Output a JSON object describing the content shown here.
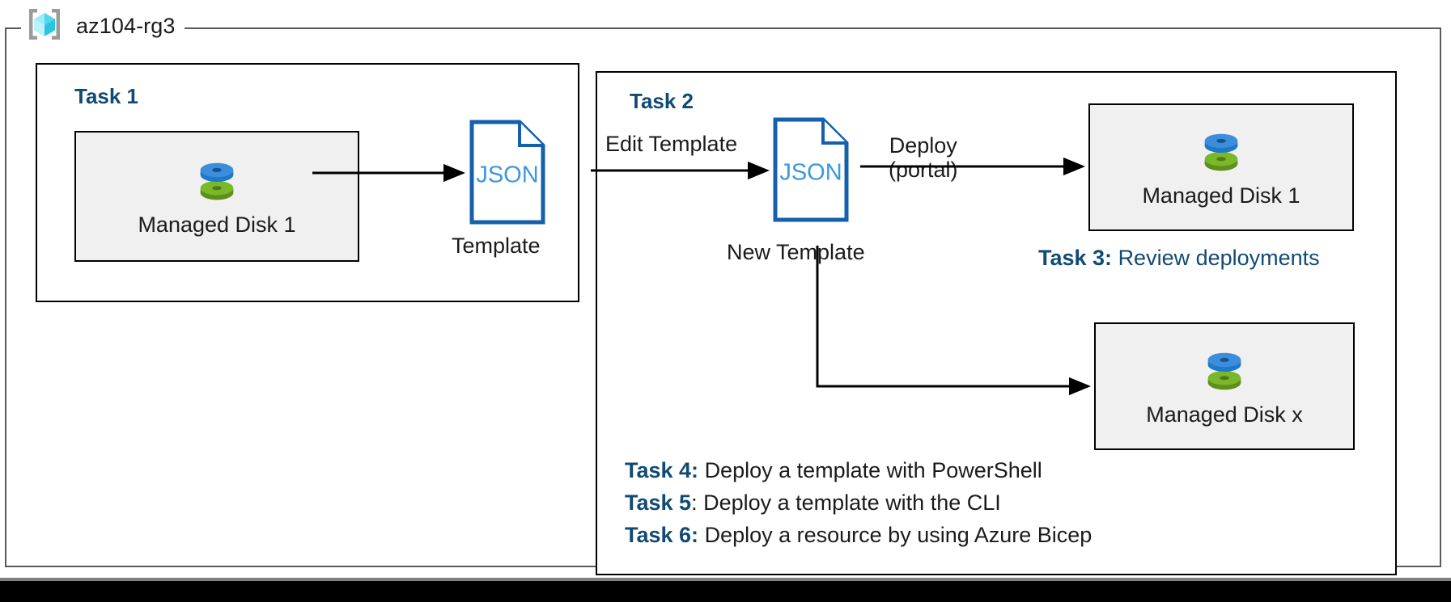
{
  "diagram": {
    "title": "az104-rg3",
    "resource_group_icon": "azure-resource-group-icon",
    "border_color": "#5a5a5a",
    "accent_color": "#114A73",
    "json_icon_color": "#1560AD",
    "disk_blue": "#3C8EDC",
    "disk_green": "#7AB829"
  },
  "task1": {
    "heading": "Task 1",
    "resource": {
      "label": "Managed Disk 1",
      "icon": "managed-disk-icon"
    },
    "template": {
      "icon_text": "JSON",
      "caption": "Template"
    }
  },
  "task2": {
    "heading": "Task 2",
    "edge_in_label": "Edit Template",
    "template": {
      "icon_text": "JSON",
      "caption": "New Template"
    },
    "deploy_label_line1": "Deploy",
    "deploy_label_line2": "(portal)",
    "resource_top": {
      "label": "Managed Disk 1",
      "icon": "managed-disk-icon"
    },
    "resource_bottom": {
      "label": "Managed Disk x",
      "icon": "managed-disk-icon"
    }
  },
  "notes": {
    "task3": {
      "tag": "Task 3:",
      "desc": "Review deployments",
      "style": "blue"
    },
    "task4": {
      "tag": "Task 4:",
      "desc": "Deploy a template with PowerShell",
      "style": "black"
    },
    "task5": {
      "tag": "Task 5",
      "desc": ": Deploy a template with the CLI",
      "style": "black"
    },
    "task6": {
      "tag": "Task 6:",
      "desc": "Deploy a resource by using Azure Bicep",
      "style": "black"
    }
  }
}
